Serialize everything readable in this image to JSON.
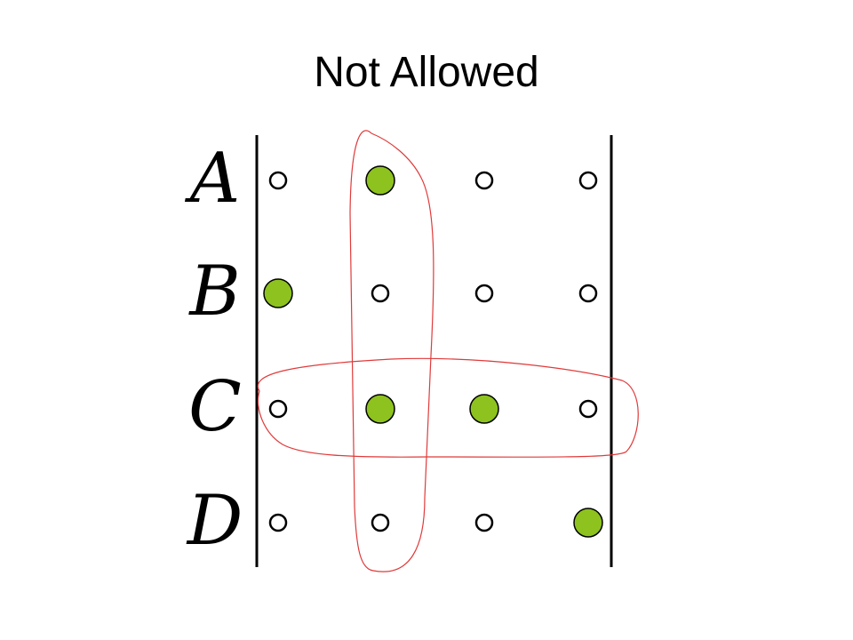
{
  "title": "Not Allowed",
  "colors": {
    "filled_dot": "#8dc21f",
    "outline": "#000000",
    "loop": "#e03a3a"
  },
  "grid": {
    "rows": [
      "A",
      "B",
      "C",
      "D"
    ],
    "columns": 4,
    "filled": [
      [
        false,
        true,
        false,
        false
      ],
      [
        true,
        false,
        false,
        false
      ],
      [
        false,
        true,
        true,
        false
      ],
      [
        false,
        false,
        false,
        true
      ]
    ]
  },
  "loops": [
    "column-2",
    "row-C"
  ]
}
